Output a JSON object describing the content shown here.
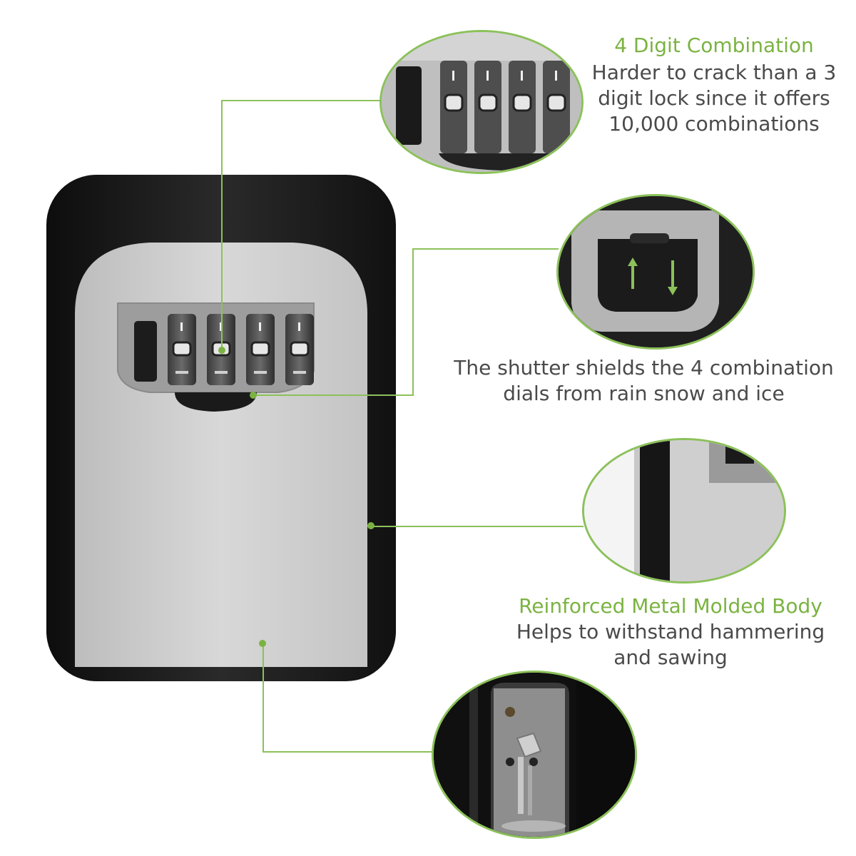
{
  "features": [
    {
      "title": "4 Digit Combination",
      "lines": [
        "Harder to crack than a 3",
        "digit lock since it offers",
        "10,000 combinations"
      ]
    },
    {
      "title": "",
      "lines": [
        "The shutter shields the 4 combination",
        "dials from rain snow and ice"
      ]
    },
    {
      "title": "Reinforced Metal Molded Body",
      "lines": [
        "Helps to withstand hammering",
        "and sawing"
      ]
    }
  ],
  "colors": {
    "accent": "#8cc15a",
    "title_green": "#7bb342",
    "body_text": "#4a4a4a",
    "housing_black": "#1a1a1a",
    "face_silver": "#c9c9c9"
  }
}
